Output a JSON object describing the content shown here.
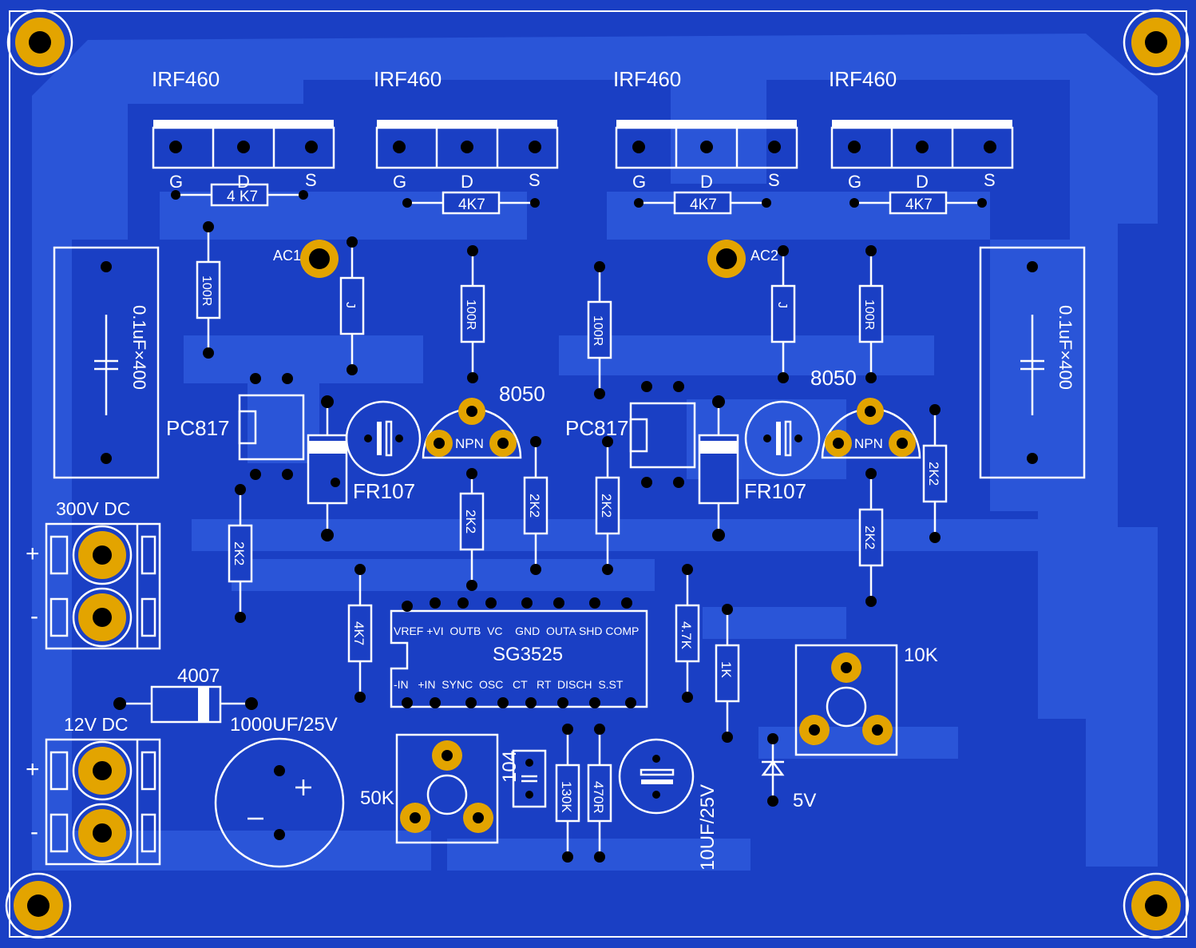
{
  "board": {
    "colors": {
      "substrate": "#1a3fc4",
      "copper": "#2a55d8",
      "silkscreen": "#ffffff",
      "pad_ring": "#e3a400",
      "drill": "#000000"
    },
    "labels": {
      "q1": "IRF460",
      "q2": "IRF460",
      "q3": "IRF460",
      "q4": "IRF460",
      "pin_g": "G",
      "pin_d": "D",
      "pin_s": "S",
      "r_gate_1": "4 K7",
      "r_gate_2": "4K7",
      "r_gate_3": "4K7",
      "r_gate_4": "4K7",
      "ac1": "AC1",
      "ac2": "AC2",
      "cap_left": "0.1uF×400",
      "cap_right": "0.1uF×400",
      "r100_1": "100R",
      "r100_2": "100R",
      "r100_3": "100R",
      "r100_4": "100R",
      "jumper_1": "J",
      "jumper_2": "J",
      "npn_part_1": "8050",
      "npn_part_2": "8050",
      "npn_1": "NPN",
      "npn_2": "NPN",
      "opto_1": "PC817",
      "opto_2": "PC817",
      "diode_1": "FR107",
      "diode_2": "FR107",
      "r2k2_a": "2K2",
      "r2k2_b": "2K2",
      "r2k2_c": "2K2",
      "r2k2_d": "2K2",
      "r2k2_e": "2K2",
      "r2k2_f": "2K2",
      "hv_input": "300V DC",
      "lv_input": "12V DC",
      "plus_1": "+",
      "minus_1": "-",
      "plus_2": "+",
      "minus_2": "-",
      "diode_4007": "4007",
      "cap_1000": "1000UF/25V",
      "cap_10": "10UF/25V",
      "r_4k7_v": "4K7",
      "r_4_7k": "4.7K",
      "r_1k": "1K",
      "pot_10k": "10K",
      "pot_50k": "50K",
      "cap_104": "104",
      "r_130k": "130K",
      "r_470r": "470R",
      "zener_5v": "5V",
      "ic_name": "SG3525",
      "ic_top_pins": "VREF +VI  OUTB  VC    GND  OUTA SHD COMP",
      "ic_bottom_pins": "-IN   +IN  SYNC  OSC   CT   RT  DISCH  S.ST"
    }
  }
}
